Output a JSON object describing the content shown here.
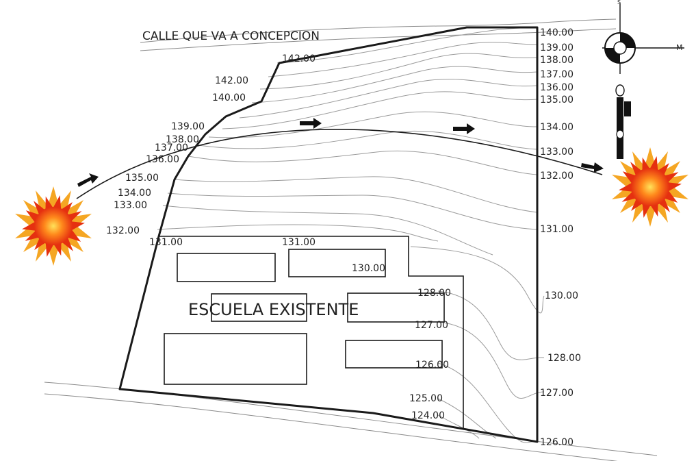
{
  "street_label": "CALLE QUE VA A CONCEPCION",
  "school_label": "ESCUELA EXISTENTE",
  "compass": {
    "north": "S",
    "east": "M"
  },
  "contour_labels": {
    "top": "142.00",
    "left": [
      "142.00",
      "140.00",
      "139.00",
      "138.00",
      "137.00",
      "136.00",
      "135.00",
      "134.00",
      "133.00",
      "132.00"
    ],
    "right": [
      "140.00",
      "139.00",
      "138.00",
      "137.00",
      "136.00",
      "135.00",
      "134.00",
      "133.00",
      "132.00",
      "131.00",
      "130.00",
      "128.00",
      "127.00",
      "126.00"
    ],
    "interior": [
      "131.00",
      "131.00",
      "130.00",
      "128.00",
      "127.00",
      "126.00",
      "125.00",
      "124.00"
    ]
  },
  "colors": {
    "sun_outer": "#f5a623",
    "sun_inner": "#e53010",
    "sun_core": "#ffe25a",
    "boundary": "#1a1a1a",
    "contour": "#9a9a9a"
  },
  "icons": [
    "sun-icon",
    "arrow-icon",
    "compass-icon"
  ]
}
